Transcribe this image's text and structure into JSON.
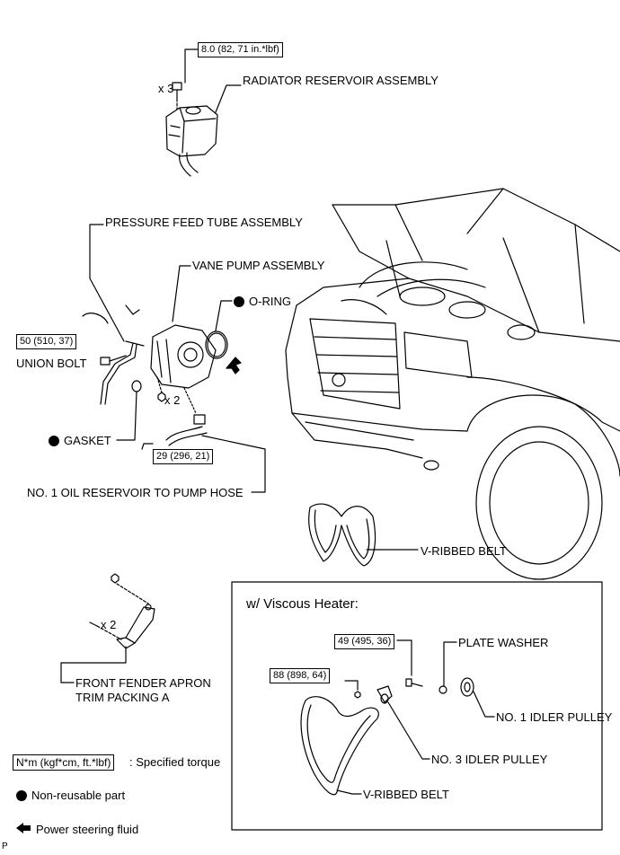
{
  "parts": {
    "radiator_reservoir": "RADIATOR RESERVOIR ASSEMBLY",
    "pressure_feed_tube": "PRESSURE FEED TUBE ASSEMBLY",
    "vane_pump": "VANE PUMP ASSEMBLY",
    "o_ring": "O-RING",
    "union_bolt": "UNION BOLT",
    "gasket": "GASKET",
    "oil_reservoir_hose": "NO. 1 OIL RESERVOIR TO PUMP HOSE",
    "v_ribbed_belt": "V-RIBBED BELT",
    "front_fender_apron_line1": "FRONT FENDER APRON",
    "front_fender_apron_line2": "TRIM PACKING A"
  },
  "torques": {
    "reservoir_bolt": "8.0 (82, 71 in.*lbf)",
    "union_bolt": "50 (510, 37)",
    "hose_nut": "29 (296, 21)"
  },
  "quantities": {
    "reservoir_bolts": "x 3",
    "pump_nuts": "x 2",
    "apron_clips": "x 2"
  },
  "inset": {
    "title": "w/ Viscous Heater:",
    "torque_upper": "49 (495, 36)",
    "torque_lower": "88 (898, 64)",
    "plate_washer": "PLATE WASHER",
    "no1_idler": "NO. 1 IDLER PULLEY",
    "no3_idler": "NO. 3 IDLER PULLEY",
    "v_ribbed_belt": "V-RIBBED BELT"
  },
  "legend": {
    "torque_unit": "N*m (kgf*cm, ft.*lbf)",
    "torque_desc": ": Specified torque",
    "non_reusable": "Non-reusable part",
    "fluid": "Power steering fluid"
  },
  "footer_code": "P"
}
